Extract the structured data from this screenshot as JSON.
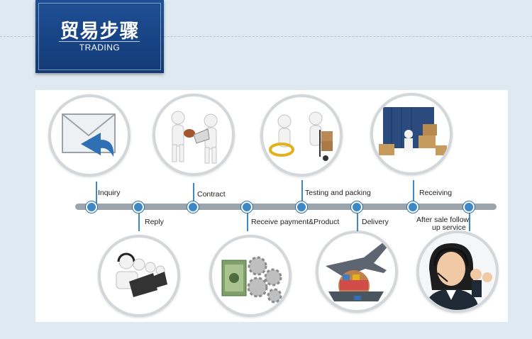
{
  "header": {
    "title_cn": "贸易步骤",
    "title_en": "TRADING"
  },
  "steps": [
    {
      "label": "Inquiry",
      "icon": "envelope-reply-icon"
    },
    {
      "label": "Reply",
      "icon": "call-center-computers-icon"
    },
    {
      "label": "Contract",
      "icon": "handshake-contract-icon"
    },
    {
      "label": "Receive payment&Product",
      "icon": "money-gears-icon"
    },
    {
      "label": "Testing and packing",
      "icon": "magnifier-hand-truck-icon"
    },
    {
      "label": "Delivery",
      "icon": "plane-ship-icon"
    },
    {
      "label": "Receiving",
      "icon": "container-boxes-icon"
    },
    {
      "label_line1": "After sale follow",
      "label_line2": "up service",
      "icon": "customer-service-agent-icon"
    }
  ],
  "colors": {
    "badge": "#1a4a8c",
    "timeline": "#9ca4ab",
    "dot": "#3d88c5",
    "background": "#dfe9f1"
  }
}
